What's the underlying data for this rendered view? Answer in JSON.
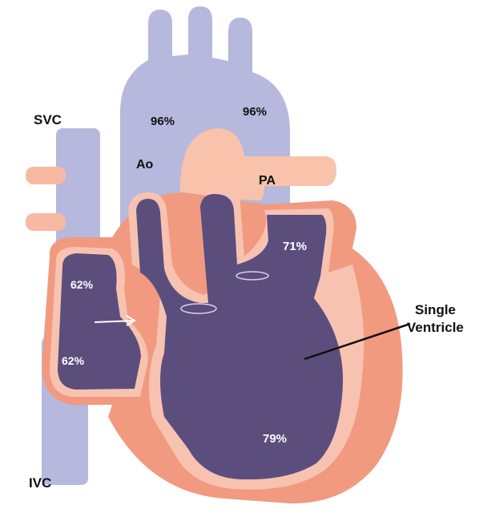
{
  "labels": {
    "svc": "SVC",
    "ivc": "IVC",
    "ao": "Ao",
    "pa": "PA",
    "ao_sat_left": "96%",
    "ao_sat_right": "96%",
    "la_sat": "71%",
    "ra_sat_upper": "62%",
    "ra_sat_lower": "62%",
    "ventricle_sat": "79%",
    "ventricle_line1": "Single",
    "ventricle_line2": "Ventricle"
  },
  "colors": {
    "aorta": "#b7b8dd",
    "tissue": "#f19a80",
    "tissue_light": "#f7c3b0",
    "chamber": "#5b4e7d",
    "pa": "#f8c3aa"
  }
}
